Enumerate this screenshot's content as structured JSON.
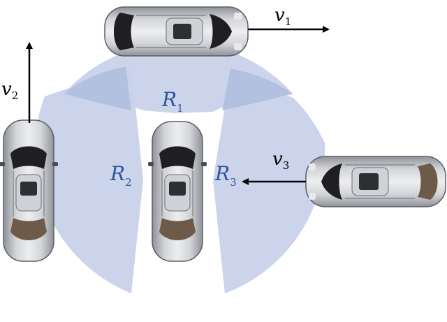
{
  "labels": {
    "v1": "v",
    "v1_sub": "1",
    "v2": "v",
    "v2_sub": "2",
    "v3": "v",
    "v3_sub": "3",
    "r1": "R",
    "r1_sub": "1",
    "r2": "R",
    "r2_sub": "2",
    "r3": "R",
    "r3_sub": "3"
  },
  "colors": {
    "region_fill": "#c8d2ea",
    "region_overlap": "#b3c1e1",
    "region_label": "#2e5597",
    "arrow": "#000000",
    "car_body": "#b9bcc1",
    "car_dark": "#1f1f22",
    "car_interior": "#6e5a48"
  },
  "icons": [
    "car-top-view",
    "car-top-view",
    "car-top-view",
    "car-top-view"
  ]
}
